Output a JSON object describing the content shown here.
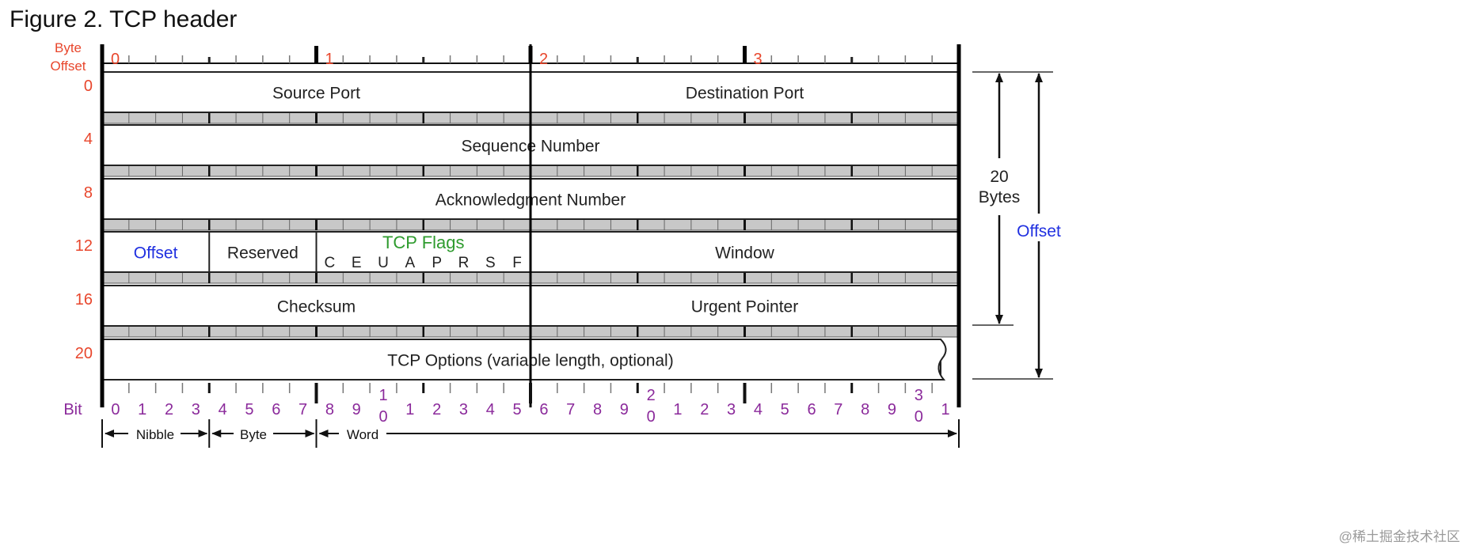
{
  "title": "Figure 2. TCP header",
  "watermark": "@稀土掘金技术社区",
  "colors": {
    "offset_label": "#e8462c",
    "bit_label": "#8b2a9b",
    "flags_title": "#2e9b2e",
    "offset_field": "#2030e0",
    "line": "#111111",
    "separator": "#888888"
  },
  "byte_offset_label": [
    "Byte",
    "Offset"
  ],
  "byte_numbers": [
    "0",
    "1",
    "2",
    "3"
  ],
  "row_offsets": [
    "0",
    "4",
    "8",
    "12",
    "16",
    "20"
  ],
  "rows": [
    {
      "fields": [
        {
          "label": "Source Port",
          "bits": 16
        },
        {
          "label": "Destination Port",
          "bits": 16
        }
      ]
    },
    {
      "fields": [
        {
          "label": "Sequence Number",
          "bits": 32
        }
      ]
    },
    {
      "fields": [
        {
          "label": "Acknowledgment Number",
          "bits": 32
        }
      ]
    },
    {
      "fields": [
        {
          "label": "Offset",
          "bits": 4,
          "color": "offset_field"
        },
        {
          "label": "Reserved",
          "bits": 4
        },
        {
          "label": "TCP Flags",
          "bits": 8,
          "color": "flags_title",
          "flags": [
            "C",
            "E",
            "U",
            "A",
            "P",
            "R",
            "S",
            "F"
          ]
        },
        {
          "label": "Window",
          "bits": 16
        }
      ]
    },
    {
      "fields": [
        {
          "label": "Checksum",
          "bits": 16
        },
        {
          "label": "Urgent Pointer",
          "bits": 16
        }
      ]
    },
    {
      "fields": [
        {
          "label": "TCP Options (variable length, optional)",
          "bits": 32
        }
      ],
      "ragged_end": true
    }
  ],
  "bit_label": "Bit",
  "bit_numbers": [
    "0",
    "1",
    "2",
    "3",
    "4",
    "5",
    "6",
    "7",
    "8",
    "9",
    "1|0",
    "1",
    "2",
    "3",
    "4",
    "5",
    "6",
    "7",
    "8",
    "9",
    "2|0",
    "1",
    "2",
    "3",
    "4",
    "5",
    "6",
    "7",
    "8",
    "9",
    "3|0",
    "1"
  ],
  "units": [
    "Nibble",
    "Byte",
    "Word"
  ],
  "size_20": [
    "20",
    "Bytes"
  ],
  "offset_right_label": "Offset"
}
